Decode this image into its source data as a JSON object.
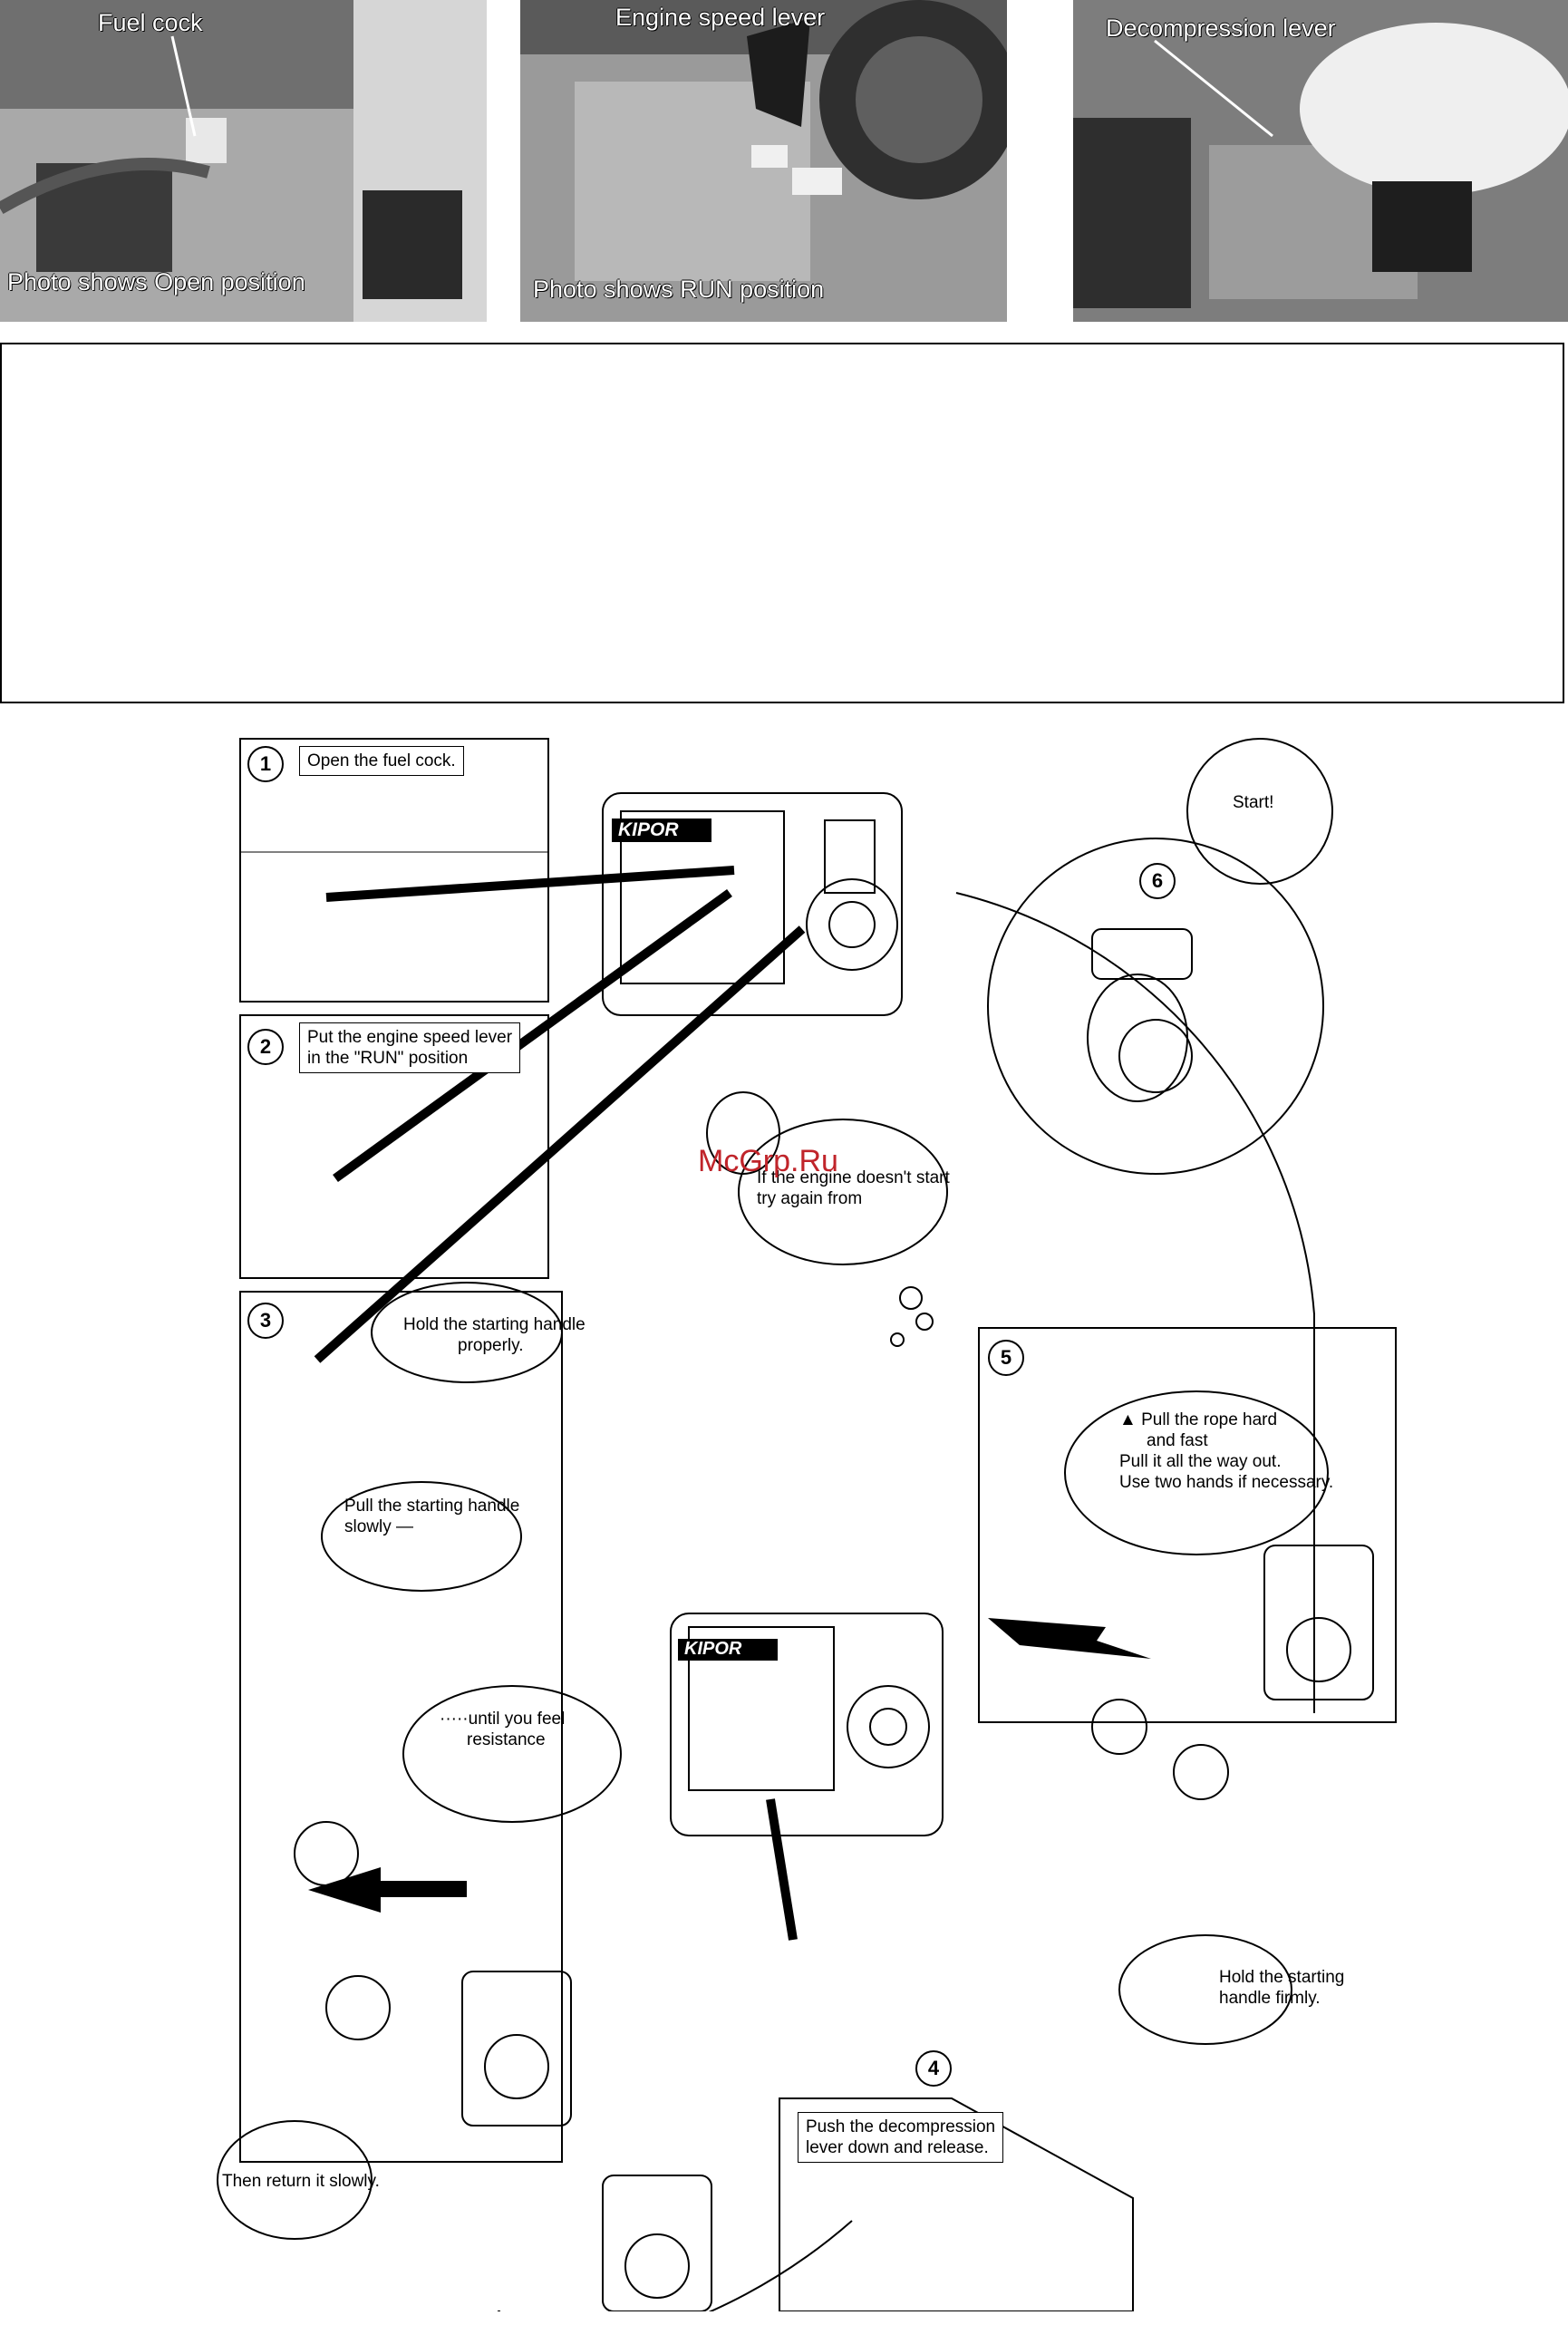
{
  "photos": [
    {
      "label": "Fuel cock",
      "caption": "Photo shows  Open  position"
    },
    {
      "label": "Engine speed lever",
      "caption": "Photo shows  RUN  position"
    },
    {
      "label": "Decompression lever",
      "caption": ""
    }
  ],
  "steps": {
    "s1": {
      "num": "1",
      "text": "Open the fuel cock."
    },
    "s2": {
      "num": "2",
      "text_line1": "Put the engine speed lever",
      "text_line2": "in the \"RUN\" position"
    },
    "s3": {
      "num": "3",
      "text_line1": "Hold the starting handle",
      "text_line2": "properly."
    },
    "s3b": {
      "line1": "Pull the starting handle",
      "line2": "slowly —"
    },
    "s3c": {
      "line1": "·····until you feel",
      "line2": "resistance"
    },
    "s3d": {
      "text": "Then return it slowly."
    },
    "s4": {
      "num": "4",
      "line1": "Push the decompression",
      "line2": "lever down and release."
    },
    "s4b": {
      "line1": "Hold the starting",
      "line2": "handle firmly."
    },
    "s5": {
      "num": "5",
      "line1": "▲ Pull the rope hard",
      "line2": "and fast",
      "line3": "Pull it all the way out.",
      "line4": "Use two hands if necessary."
    },
    "s6": {
      "num": "6",
      "text": "Start!"
    },
    "retry": {
      "line1": "If the engine doesn't start",
      "line2": "try again from"
    }
  },
  "brand": "KIPOR",
  "watermark": "McGrp.Ru"
}
